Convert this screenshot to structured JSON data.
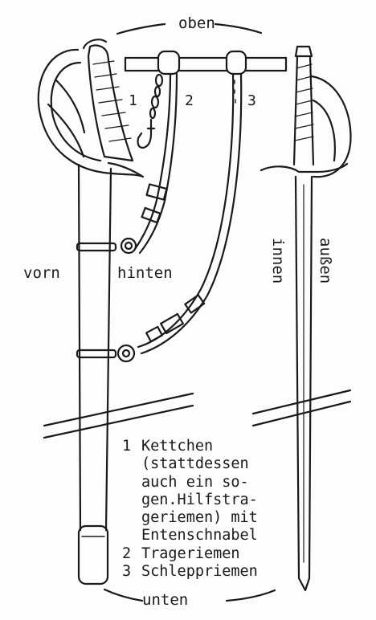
{
  "labels": {
    "top": "oben",
    "bottom": "unten",
    "front": "vorn",
    "back": "hinten",
    "inside": "innen",
    "outside": "außen"
  },
  "strap_numbers": [
    "1",
    "2",
    "3"
  ],
  "legend": {
    "item1": {
      "number": "1",
      "lines": [
        "Kettchen",
        "(stattdessen",
        "auch ein so-",
        "gen.Hilfstra-",
        "geriemen) mit",
        "Entenschnabel"
      ]
    },
    "item2": {
      "number": "2",
      "text": "Trageriemen"
    },
    "item3": {
      "number": "3",
      "text": "Schleppriemen"
    }
  }
}
